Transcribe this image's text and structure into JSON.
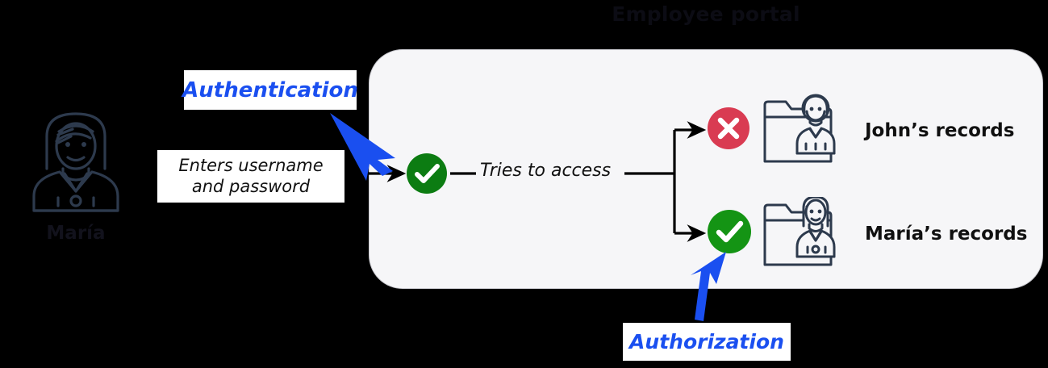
{
  "diagram": {
    "title": "Employee portal",
    "background_color": "#000000",
    "panel_fill": "#f6f6f8",
    "accent_blue": "#1a4ff0",
    "allow_green": "#0c7c12",
    "deny_red": "#d93b52",
    "line_navy": "#2d3a4d"
  },
  "actor": {
    "name": "María",
    "icon": "female-user-avatar-icon"
  },
  "callouts": {
    "authentication": "Authentication",
    "authorization": "Authorization",
    "credentials_line1": "Enters username",
    "credentials_line2": "and password"
  },
  "flow": {
    "step_label": "Tries to access",
    "auth_badge": "green-check-circle-icon",
    "deny_badge": "red-x-circle-icon",
    "allow_badge": "green-check-circle-icon"
  },
  "records": [
    {
      "label": "John’s records",
      "icon": "folder-male-user-icon",
      "outcome": "denied",
      "outcome_icon": "red-x-circle-icon"
    },
    {
      "label": "María’s records",
      "icon": "folder-female-user-icon",
      "outcome": "allowed",
      "outcome_icon": "green-check-circle-icon"
    }
  ]
}
